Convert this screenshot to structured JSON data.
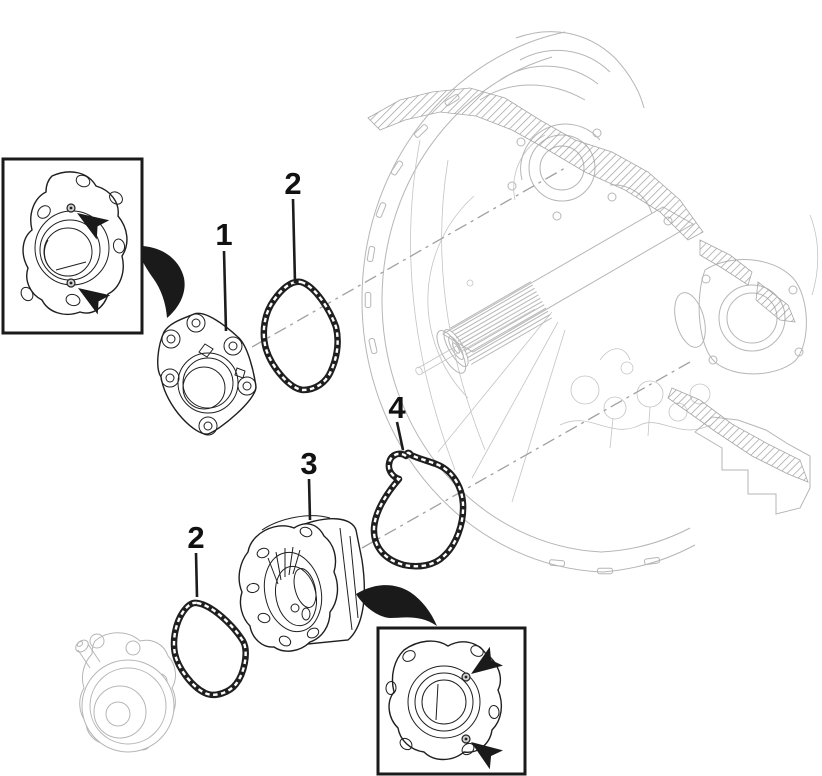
{
  "figure": {
    "kind": "exploded-parts-diagram",
    "background": "#ffffff"
  },
  "callouts": {
    "part_1": "1",
    "gasket_upper": "2",
    "part_3": "3",
    "gasket_4": "4",
    "gasket_lower": "2"
  },
  "insets": {
    "top_left": {
      "arrow_count": 2
    },
    "bottom_right": {
      "arrow_count": 2
    }
  },
  "colors": {
    "background": "#ffffff",
    "dark_line": "#1f1f1f",
    "light_line": "#b6b6b6",
    "hatch_line": "#9e9e9e",
    "label_text": "#111111",
    "solid_arrow": "#1a1a1a"
  }
}
